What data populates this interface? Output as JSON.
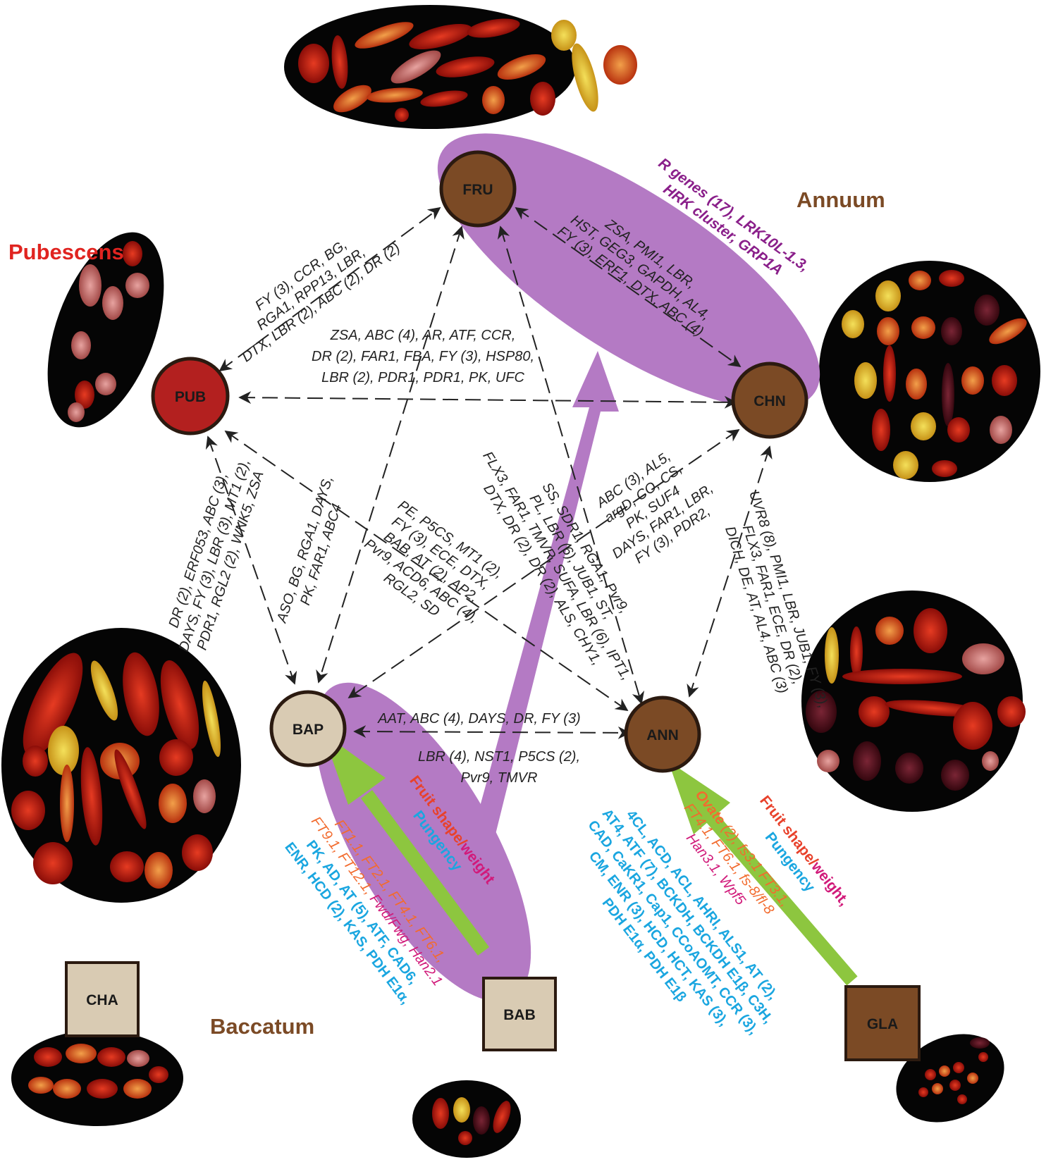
{
  "colors": {
    "purple_highlight": "#b47ac4",
    "green_arrow": "#8dc63f",
    "node_dark": "#7b4a25",
    "node_red": "#b3201f",
    "node_light": "#d9cbb3",
    "node_outline": "#2b1a10",
    "pubescens": "#e02420",
    "annuum_baccatum": "#7b4a25",
    "rgenes": "#8a1f8a",
    "fruit": "#e8412b",
    "weight": "#d11a7a",
    "pungency": "#1aa6e0",
    "qtl_orange": "#f26b2e"
  },
  "groups": {
    "pubescens": "Pubescens",
    "annuum": "Annuum",
    "baccatum": "Baccatum"
  },
  "nodes": {
    "fru": "FRU",
    "pub": "PUB",
    "chn": "CHN",
    "bap": "BAP",
    "ann": "ANN",
    "cha": "CHA",
    "bab": "BAB",
    "gla": "GLA"
  },
  "edges": {
    "pub_fru": [
      "FY (3), CCR, BG,",
      "RGA1, RPP13, LBR,",
      "DTX, LBR (2), ABC (2), DR (2)"
    ],
    "fru_chn": [
      "ZSA, PMI1, LBR,",
      "HST, GEG3, GAPDH, AL4,",
      "FY (3), ERF1, DTX, ABC (4)"
    ],
    "pub_chn": [
      "ZSA, ABC (4), AR, ATF, CCR,",
      "DR (2), FAR1, FBA, FY (3), HSP80,",
      "LBR (2), PDR1, PDR1, PK, UFC"
    ],
    "pub_bap": [
      "DR (2), ERF053, ABC (3),",
      "DAYS, FY (3), LBR (3), MT1 (2),",
      "PDR1, RGL2 (2), WNK5, ZSA"
    ],
    "bap_pub_mid": [
      "ASO, BG, RGA1, DAYS,",
      "PK, FAR1, ABC4"
    ],
    "bap_chn": [
      "PE, P5CS, MT1 (2),",
      "FY (3), ECE, DTX,",
      "BAB, AT (2), AP2,",
      "Pvr9, ACD6, ABC (4),",
      "RGL2, SD"
    ],
    "fru_ann": [
      "SS, SDR1, RGA1, Pvr9,",
      "PL, LBR (6), JUB1, ST,",
      "FLX3, FAR1, TMVR, SUFA, LBR (6), IPT1,",
      "DTX, DR (2), DR (2), ALS, CHY1,"
    ],
    "chn_bap": [
      "ABC (3), AL5,",
      "argD, CO, CS,",
      "PK, SUF4",
      "DAYS, FAR1, LBR,",
      "FY (3), PDR2,"
    ],
    "chn_ann": [
      "UVR8 (8), PMI1, LBR, JUB1, FY (3),",
      "FLX3, FAR1, ECE, DR (2),",
      "DICH, DE, AT, AL4, ABC (3)"
    ],
    "bap_ann": [
      "AAT, ABC (4), DAYS, DR, FY (3)",
      "LBR (4), NST1, P5CS (2),",
      "Pvr9, TMVR"
    ]
  },
  "rgenes": {
    "line1_a": "R genes (17), ",
    "line1_b": "LRK10L-1.3,",
    "line2": "HRK cluster, GRP1A"
  },
  "bab_traits": {
    "fruit_a": "Fruit shape/",
    "fruit_b": "weight",
    "pungency": "Pungency",
    "l1": "FT1.1, FT2.1, FT4.1, FT6.1,",
    "l2a": "FT9.1, FT12.1, ",
    "l2b": "Fwd/Fwg, Han2.1",
    "l3": "PK, AD, AT (5), ATF, CAD6,",
    "l4": "ENR, HCD (2), KAS, PDH E1α,"
  },
  "gla_traits": {
    "fruit_a": "Fruit shape/",
    "fruit_b": "weight,",
    "pungency": "Pungency",
    "l1a": "Ovate",
    "l1b": " (2), fs3.1 FT3.1,",
    "l2": "FT4.1, FT6.1, fs-8/fl-8",
    "l3": "Han3.1, Wpf5",
    "l4": "4CL, ACD, ACL, AHRI, ALS1, AT (2),",
    "l5": "AT4, ATF (7), BCKDH, BCKDH E1β, C3H,",
    "l6": "CAD, CaKR1, Cap1, CCoAOMT, CCR (3),",
    "l7": "CM, ENR (3), HCD, HCT, KAS (3),",
    "l8": "PDH E1α, PDH E1β"
  }
}
